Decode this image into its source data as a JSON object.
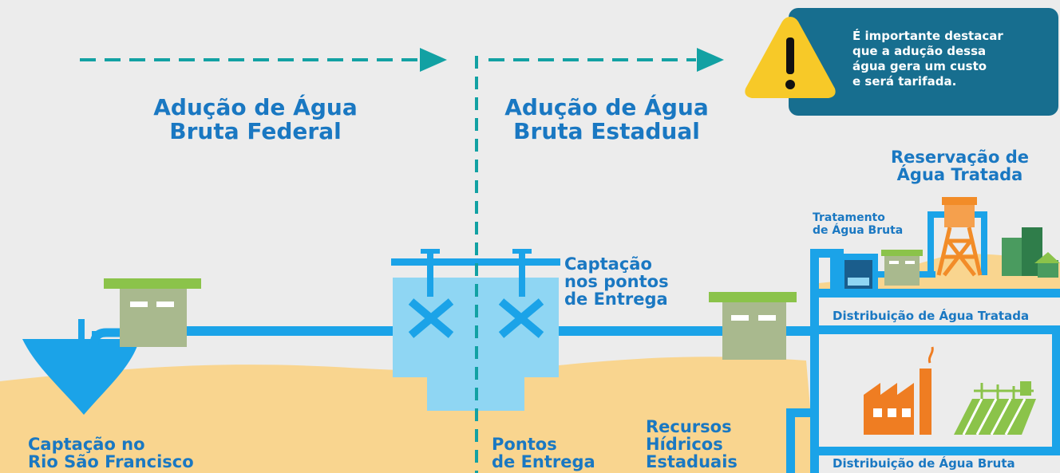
{
  "headings": {
    "federal": [
      "Adução de Água",
      "Bruta Federal"
    ],
    "estadual": [
      "Adução de Água",
      "Bruta Estadual"
    ],
    "reservacao": [
      "Reservação de",
      "Água Tratada"
    ]
  },
  "notice": {
    "lines": [
      "É importante destacar",
      "que a adução dessa",
      "água gera um custo",
      "e será tarifada."
    ],
    "icon": "warning-icon"
  },
  "labels": {
    "tratamento": [
      "Tratamento",
      "de Água Bruta"
    ],
    "captacao_pontos": [
      "Captação",
      "nos pontos",
      "de Entrega"
    ],
    "distribuicao_tratada": "Distribuição de Água Tratada",
    "distribuicao_bruta": "Distribuição de Água Bruta",
    "captacao_rio": [
      "Captação no",
      "Rio São Francisco"
    ],
    "pontos_entrega": [
      "Pontos",
      "de Entrega"
    ],
    "recursos": [
      "Recursos",
      "Hídricos",
      "Estaduais"
    ]
  },
  "colors": {
    "pipe": "#1ba3e8",
    "water_tank": "#8fd6f3",
    "ground": "#f9d58f",
    "building": "#a9b98e",
    "roof": "#8bc34a",
    "arrow": "#12a1a3",
    "factory": "#ef7d22",
    "tower": "#f28c28",
    "city": "#4a9b5f",
    "text": "#1a78c2"
  }
}
